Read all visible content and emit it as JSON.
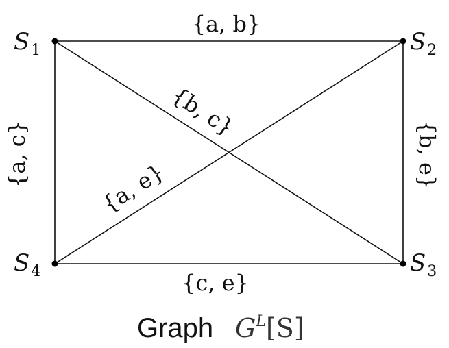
{
  "nodes": [
    {
      "id": "s1",
      "symbol": "S",
      "subscript": "1"
    },
    {
      "id": "s2",
      "symbol": "S",
      "subscript": "2"
    },
    {
      "id": "s3",
      "symbol": "S",
      "subscript": "3"
    },
    {
      "id": "s4",
      "symbol": "S",
      "subscript": "4"
    }
  ],
  "edges": [
    {
      "id": "s1-s2",
      "from": "s1",
      "to": "s2",
      "label": "{a, b}"
    },
    {
      "id": "s2-s3",
      "from": "s2",
      "to": "s3",
      "label": "{b, e}"
    },
    {
      "id": "s4-s3",
      "from": "s4",
      "to": "s3",
      "label": "{c, e}"
    },
    {
      "id": "s1-s4",
      "from": "s1",
      "to": "s4",
      "label": "{a, c}"
    },
    {
      "id": "s1-s3",
      "from": "s1",
      "to": "s3",
      "label": "{b, c}"
    },
    {
      "id": "s4-s2",
      "from": "s4",
      "to": "s2",
      "label": "{a, e}"
    }
  ],
  "caption": {
    "word": "Graph",
    "math_base": "G",
    "math_sup": "L",
    "math_arg": "[S]"
  },
  "colors": {
    "line": "#111111",
    "node": "#000000",
    "caption_math": "#333333"
  }
}
